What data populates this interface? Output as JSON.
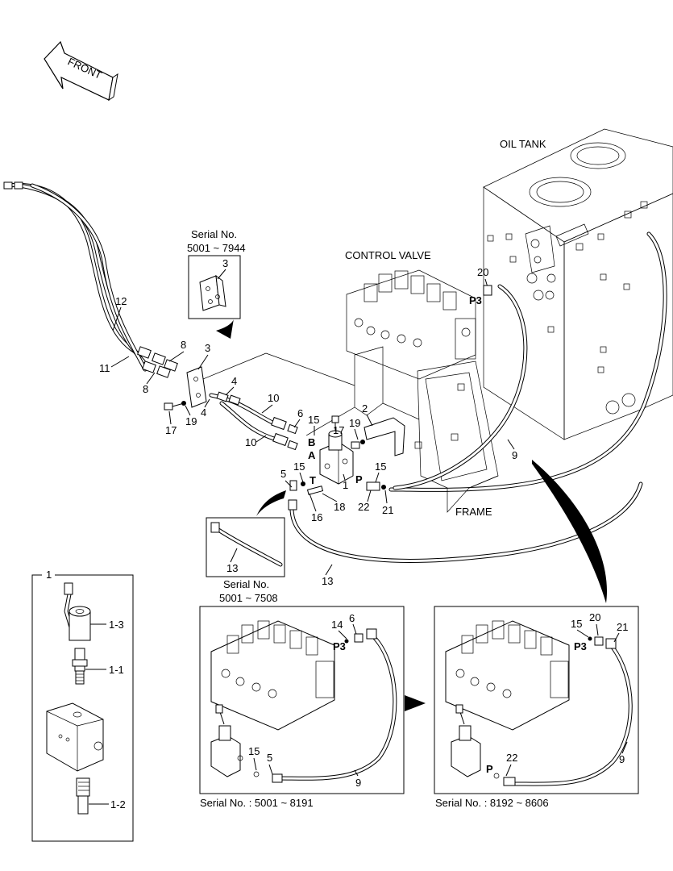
{
  "labels": {
    "front": "FRONT",
    "oil_tank": "OIL TANK",
    "control_valve": "CONTROL VALVE",
    "frame": "FRAME",
    "serial_a_title": "Serial No.",
    "serial_a_range": "5001 ~ 7944",
    "serial_b_title": "Serial No.",
    "serial_b_range": "5001 ~ 7508",
    "serial_c": "Serial No. : 5001 ~ 8191",
    "serial_d": "Serial No. : 8192 ~ 8606"
  },
  "ports": {
    "p3": "P3",
    "b": "B",
    "a": "A",
    "t": "T",
    "p": "P"
  },
  "parts": {
    "p1": "1",
    "p1_1": "1-1",
    "p1_2": "1-2",
    "p1_3": "1-3",
    "p2": "2",
    "p3": "3",
    "p4": "4",
    "p5": "5",
    "p6": "6",
    "p8": "8",
    "p9": "9",
    "p10": "10",
    "p11": "11",
    "p12": "12",
    "p13": "13",
    "p14": "14",
    "p15": "15",
    "p16": "16",
    "p17": "17",
    "p18": "18",
    "p19": "19",
    "p20": "20",
    "p21": "21",
    "p22": "22"
  }
}
